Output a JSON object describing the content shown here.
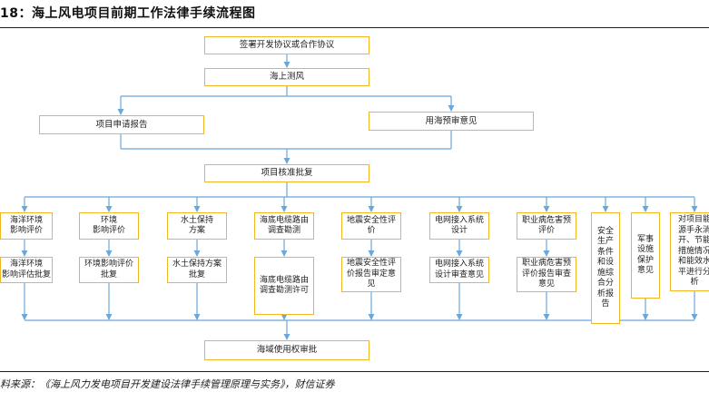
{
  "figure": {
    "title": "18：海上风电项目前期工作法律手续流程图",
    "source": "料来源：《海上风力发电项目开发建设法律手续管理原理与实务》，财信证券"
  },
  "flow": {
    "sign": "签署开发协议或合作协议",
    "wind": "海上测风",
    "apply": "项目申请报告",
    "sea_opinion": "用海预审意见",
    "approve": "项目核准批复",
    "final": "海域使用权审批"
  },
  "tracks": [
    {
      "top": "海洋环境\n影响评价",
      "bottom": "海洋环境\n影响评估批复"
    },
    {
      "top": "环境\n影响评价",
      "bottom": "环境影响评价\n批复"
    },
    {
      "top": "水土保持\n方案",
      "bottom": "水土保持方案\n批复"
    },
    {
      "top": "海底电缆路由\n调查勘测",
      "bottom": "海底电缆路由\n调查勘测许可"
    },
    {
      "top": "地震安全性评\n价",
      "bottom": "地震安全性评\n价报告审定意\n见"
    },
    {
      "top": "电网接入系统\n设计",
      "bottom": "电网接入系统\n设计审查意见"
    },
    {
      "top": "职业病危害预\n评价",
      "bottom": "职业病危害预\n评价报告审查\n意见"
    }
  ],
  "side": [
    {
      "text": "安全\n生产\n条件\n和设\n施综\n合分\n析报\n告"
    },
    {
      "text": "军事\n设施\n保护\n意见"
    },
    {
      "text": "对项目能\n源手永消\n开、节能\n措施情况\n和能效水\n平进行分\n析"
    }
  ],
  "colors": {
    "box_border": "#f2b622",
    "arrow": "#6aa8dc",
    "rule": "#222222"
  }
}
